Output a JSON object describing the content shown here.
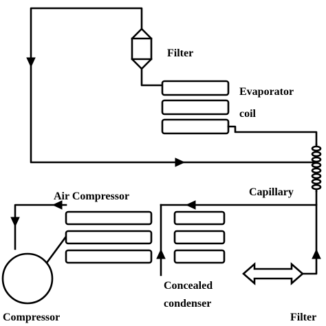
{
  "labels": {
    "filter_top": "Filter",
    "evaporator_line1": "Evaporator",
    "evaporator_line2": "coil",
    "capillary": "Capillary",
    "air_compressor": "Air Compressor",
    "compressor": "Compressor",
    "concealed_line1": "Concealed",
    "concealed_line2": "condenser",
    "filter_bottom": "Filter"
  },
  "colors": {
    "stroke": "#000000",
    "background": "#ffffff"
  }
}
